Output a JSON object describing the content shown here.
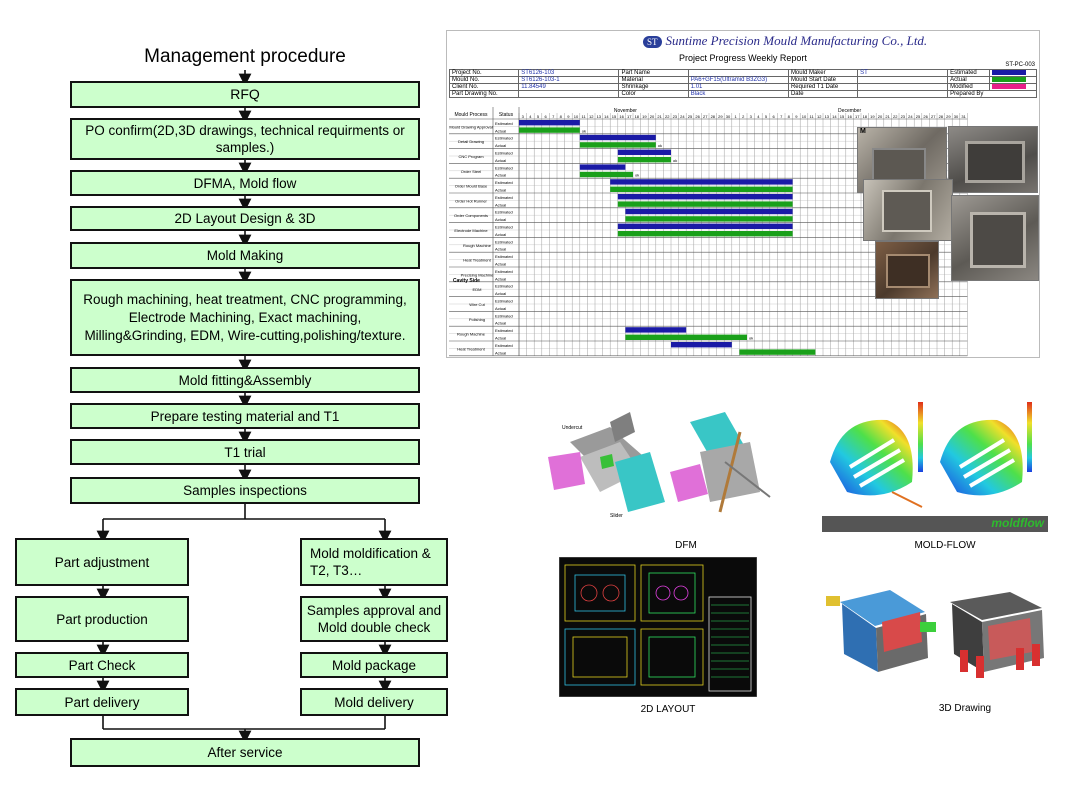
{
  "flow": {
    "title": "Management procedure",
    "steps": [
      "RFQ",
      "PO confirm(2D,3D drawings, technical requirments or samples.)",
      "DFMA, Mold flow",
      "2D Layout Design & 3D",
      "Mold Making",
      "Rough machining, heat treatment, CNC programming, Electrode Machining, Exact machining, Milling&Grinding, EDM, Wire-cutting,polishing/texture.",
      "Mold fitting&Assembly",
      "Prepare testing material and T1",
      "T1 trial",
      "Samples inspections"
    ],
    "left_branch": [
      "Part adjustment",
      "Part production",
      "Part Check",
      "Part delivery"
    ],
    "right_branch": [
      "Mold moldification & T2, T3…",
      "Samples approval and Mold double check",
      "Mold package",
      "Mold delivery"
    ],
    "final": "After service"
  },
  "report": {
    "logo_badge": "ST",
    "company": "Suntime Precision Mould Manufacturing Co., Ltd.",
    "title": "Project Progress Weekly Report",
    "code": "ST-PC-003",
    "info": {
      "project_no_label": "Project No.",
      "project_no": "ST6126-103",
      "part_name_label": "Part Name",
      "part_name": "",
      "mould_maker_label": "Mould Maker",
      "mould_maker": "ST",
      "estimated_label": "Estimated",
      "mould_no_label": "Mould No.",
      "mould_no": "ST6126-103-1",
      "material_label": "Material",
      "material": "PA6+GF15(Ultramid B3ZG3)",
      "mould_start_label": "Mould Start Date",
      "actual_label": "Actual",
      "client_no_label": "Client No.",
      "client_no": "11.84549",
      "shrinkage_label": "Shrinkage",
      "shrinkage": "1.01",
      "required_t1_label": "Required T1 Date",
      "modified_label": "Modified",
      "drawing_label": "Part Drawing No.",
      "color_label": "Color",
      "color": "Black",
      "date_label": "Date",
      "prepared_label": "Prepared By"
    },
    "legend_colors": {
      "estimated": "#1a1aa6",
      "actual": "#1aa01a",
      "modified": "#e8208a"
    },
    "header_process": "Mould Process",
    "header_status": "Status",
    "month1": "November",
    "month2": "December",
    "days_nov": [
      "3",
      "4",
      "5",
      "6",
      "7",
      "8",
      "9",
      "10",
      "11",
      "12",
      "13",
      "14",
      "15",
      "16",
      "17",
      "18",
      "19",
      "20",
      "21",
      "22",
      "23",
      "24",
      "25",
      "26",
      "27",
      "28",
      "29",
      "30"
    ],
    "days_dec": [
      "1",
      "2",
      "3",
      "4",
      "5",
      "6",
      "7",
      "8",
      "9",
      "10",
      "11",
      "12",
      "13",
      "14",
      "15",
      "16",
      "17",
      "18",
      "19",
      "20",
      "21",
      "22",
      "23",
      "24",
      "25",
      "26",
      "27",
      "28",
      "29",
      "30",
      "31"
    ],
    "estimated": "Estimated",
    "actual": "Actual",
    "ok": "ok",
    "cavity_label": "Cavity Side",
    "photo_label": "M",
    "processes": [
      {
        "name": "Mould Drawing Approval",
        "est": [
          0,
          8
        ],
        "act": [
          0,
          8
        ]
      },
      {
        "name": "Detail Drawing",
        "est": [
          8,
          18
        ],
        "act": [
          8,
          18
        ]
      },
      {
        "name": "CNC Program",
        "est": [
          13,
          20
        ],
        "act": [
          13,
          20
        ]
      },
      {
        "name": "Order Steel",
        "est": [
          8,
          14
        ],
        "act": [
          8,
          15
        ]
      },
      {
        "name": "Order Mould Base",
        "est": [
          12,
          36
        ],
        "act": [
          12,
          36
        ]
      },
      {
        "name": "Order Hot Runner",
        "est": [
          13,
          36
        ],
        "act": [
          13,
          36
        ]
      },
      {
        "name": "Order Components",
        "est": [
          14,
          36
        ],
        "act": [
          14,
          36
        ]
      },
      {
        "name": "Electrode Machine",
        "est": [
          13,
          36
        ],
        "act": [
          13,
          36
        ]
      },
      {
        "name": "Rough Machine",
        "est": null,
        "act": null
      },
      {
        "name": "Heat Treatment",
        "est": null,
        "act": null
      },
      {
        "name": "Precising Machine",
        "est": null,
        "act": null
      },
      {
        "name": "EDM",
        "est": null,
        "act": null
      },
      {
        "name": "Wire Cut",
        "est": null,
        "act": null
      },
      {
        "name": "Polishing",
        "est": null,
        "act": null
      },
      {
        "name": "Rough Machine",
        "est": [
          14,
          22
        ],
        "act": [
          14,
          30
        ]
      },
      {
        "name": "Heat Treatment",
        "est": [
          20,
          28
        ],
        "act": [
          29,
          39
        ]
      }
    ]
  },
  "captions": {
    "dfm": "DFM",
    "moldflow": "MOLD-FLOW",
    "layout2d": "2D LAYOUT",
    "drawing3d": "3D Drawing",
    "moldflow_brand": "moldflow"
  }
}
